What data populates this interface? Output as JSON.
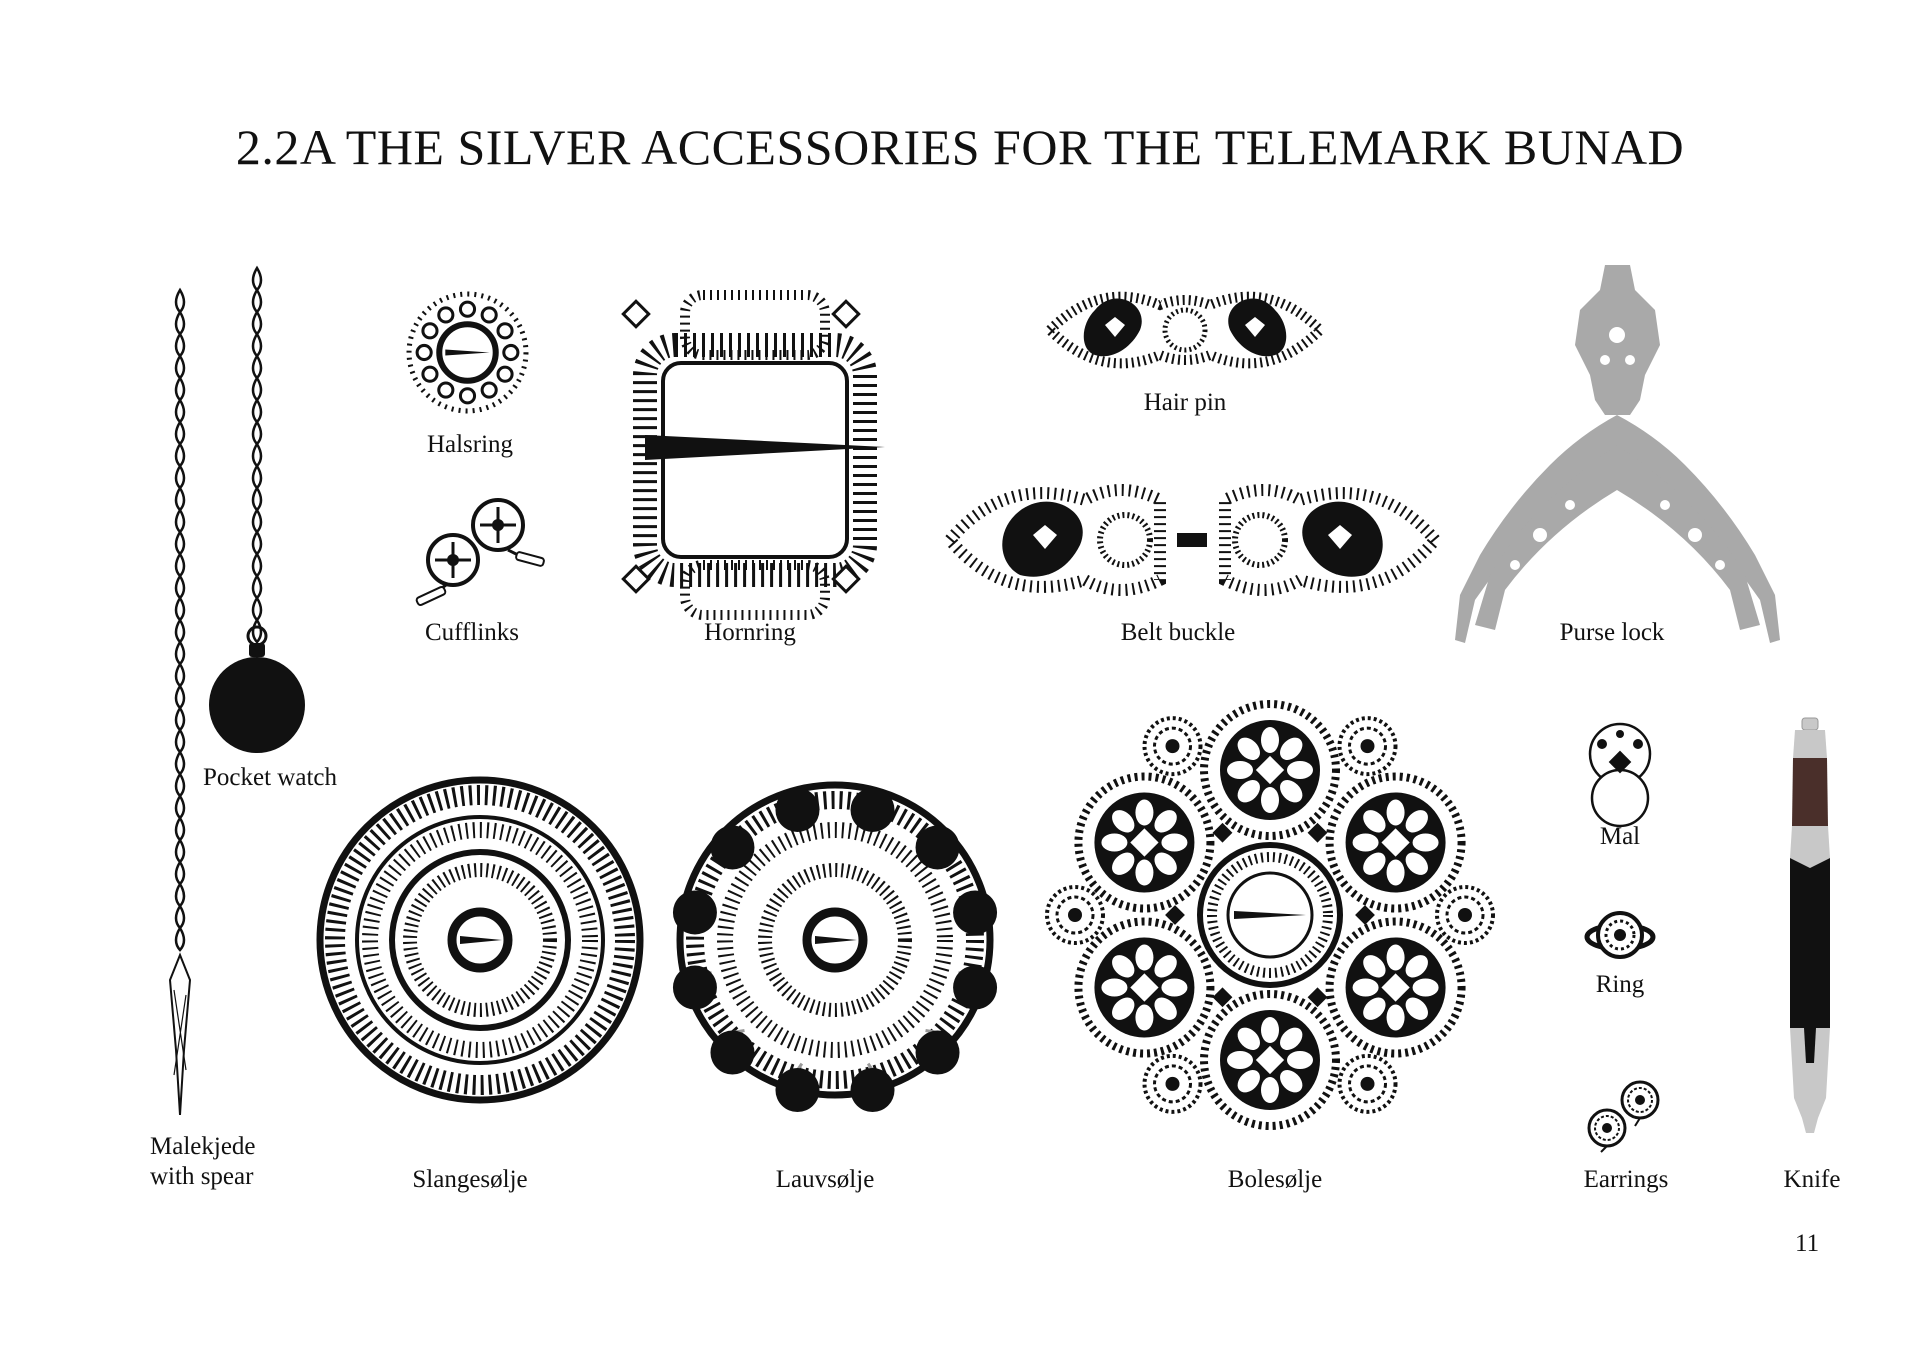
{
  "page": {
    "title": "2.2A THE SILVER ACCESSORIES FOR THE TELEMARK BUNAD",
    "page_number": "11"
  },
  "colors": {
    "ink": "#111111",
    "silver_grey": "#a9a9a9",
    "knife_handle_brown": "#4a2f2a",
    "knife_metal": "#c8c8c8"
  },
  "items": {
    "malekjede": {
      "label_line1": "Malekjede",
      "label_line2": "with spear",
      "icon": "chain-necklace-icon"
    },
    "pocket_watch": {
      "label": "Pocket watch",
      "icon": "pocket-watch-icon"
    },
    "halsring": {
      "label": "Halsring",
      "icon": "brooch-icon"
    },
    "cufflinks": {
      "label": "Cufflinks",
      "icon": "cufflinks-icon"
    },
    "hornring": {
      "label": "Hornring",
      "icon": "buckle-frame-icon"
    },
    "hair_pin": {
      "label": "Hair pin",
      "icon": "hair-pin-icon"
    },
    "belt_buckle": {
      "label": "Belt buckle",
      "icon": "belt-buckle-icon"
    },
    "purse_lock": {
      "label": "Purse lock",
      "icon": "purse-lock-icon"
    },
    "slangesolje": {
      "label": "Slangesølje",
      "icon": "round-brooch-icon"
    },
    "lauvsolje": {
      "label": "Lauvsølje",
      "icon": "leaf-brooch-icon"
    },
    "bolesolje": {
      "label": "Bolesølje",
      "icon": "rosette-brooch-icon"
    },
    "mal": {
      "label": "Mal",
      "icon": "mal-clasp-icon"
    },
    "ring": {
      "label": "Ring",
      "icon": "ring-icon"
    },
    "earrings": {
      "label": "Earrings",
      "icon": "earrings-icon"
    },
    "knife": {
      "label": "Knife",
      "icon": "knife-icon"
    }
  }
}
